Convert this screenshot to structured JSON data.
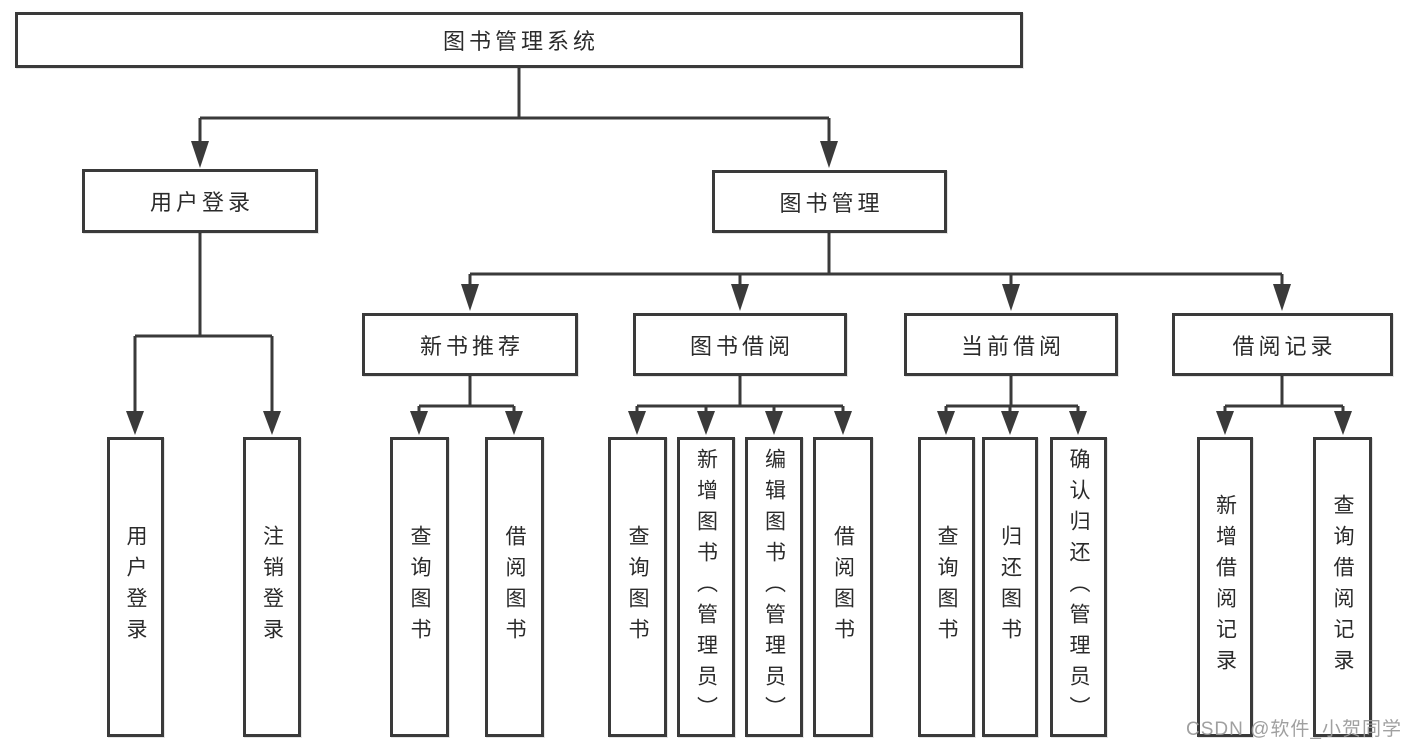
{
  "diagram": {
    "title": "图书管理系统",
    "branches": [
      {
        "label": "用户登录",
        "children": [
          {
            "label": "用户登录"
          },
          {
            "label": "注销登录"
          }
        ]
      },
      {
        "label": "图书管理",
        "children": [
          {
            "label": "新书推荐",
            "children": [
              {
                "label": "查询图书"
              },
              {
                "label": "借阅图书"
              }
            ]
          },
          {
            "label": "图书借阅",
            "children": [
              {
                "label": "查询图书"
              },
              {
                "label": "新增图书（管理员）"
              },
              {
                "label": "编辑图书（管理员）"
              },
              {
                "label": "借阅图书"
              }
            ]
          },
          {
            "label": "当前借阅",
            "children": [
              {
                "label": "查询图书"
              },
              {
                "label": "归还图书"
              },
              {
                "label": "确认归还（管理员）"
              }
            ]
          },
          {
            "label": "借阅记录",
            "children": [
              {
                "label": "新增借阅记录"
              },
              {
                "label": "查询借阅记录"
              }
            ]
          }
        ]
      }
    ]
  },
  "watermark": {
    "text": "CSDN @软件_小贺同学"
  },
  "colors": {
    "line": "#3a3a3a",
    "node_border": "#3a3a3a",
    "text": "#2b2b2b",
    "watermark": "#989898",
    "background": "#ffffff"
  }
}
